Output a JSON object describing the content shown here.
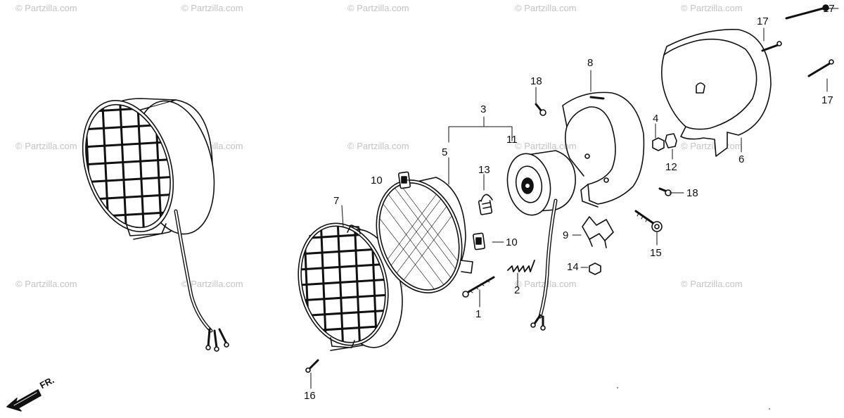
{
  "watermark": "© Partzilla.com",
  "direction_label": "FR.",
  "callouts": [
    "1",
    "2",
    "3",
    "4",
    "5",
    "6",
    "7",
    "8",
    "9",
    "10",
    "10",
    "11",
    "12",
    "13",
    "14",
    "15",
    "16",
    "17",
    "17",
    "18",
    "18"
  ],
  "colors": {
    "line": "#111111",
    "watermark": "#c4c4c4",
    "background": "#ffffff"
  }
}
